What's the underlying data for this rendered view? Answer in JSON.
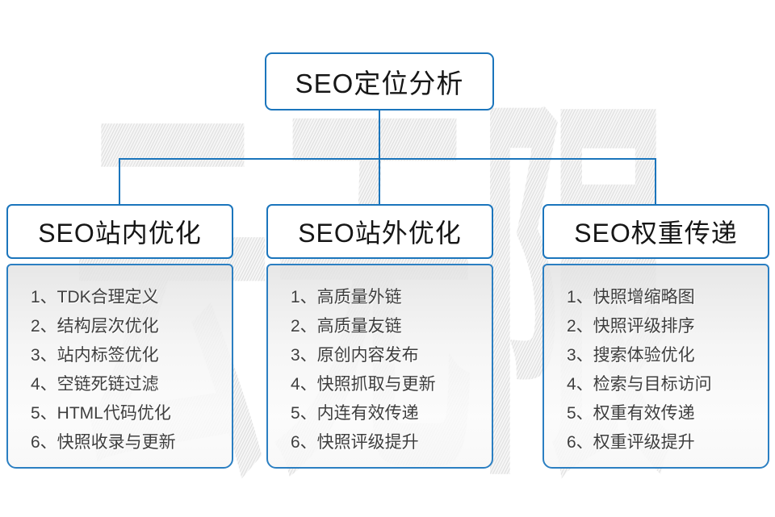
{
  "watermark": {
    "text": "云无限"
  },
  "root": {
    "title": "SEO定位分析"
  },
  "columns": [
    {
      "title": "SEO站内优化",
      "items": [
        "1、TDK合理定义",
        "2、结构层次优化",
        "3、站内标签优化",
        "4、空链死链过滤",
        "5、HTML代码优化",
        "6、快照收录与更新"
      ]
    },
    {
      "title": "SEO站外优化",
      "items": [
        "1、高质量外链",
        "2、高质量友链",
        "3、原创内容发布",
        "4、快照抓取与更新",
        "5、内连有效传递",
        "6、快照评级提升"
      ]
    },
    {
      "title": "SEO权重传递",
      "items": [
        "1、快照增缩略图",
        "2、快照评级排序",
        "3、搜索体验优化",
        "4、检索与目标访问",
        "5、权重有效传递",
        "6、权重评级提升"
      ]
    }
  ],
  "colors": {
    "line_blue": "#1b75bc",
    "panel_border_blue": "#2b7fc2",
    "title_text": "#161616",
    "item_text": "#3e3e3e"
  }
}
